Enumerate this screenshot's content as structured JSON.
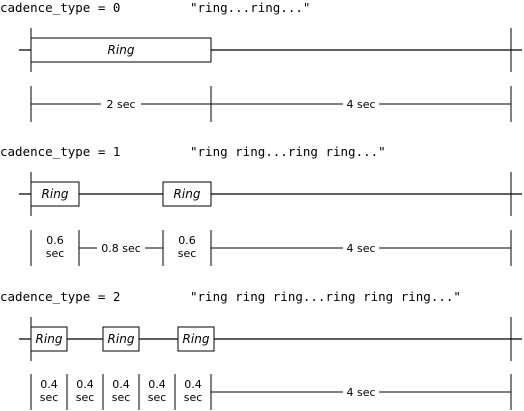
{
  "diagrams": [
    {
      "header": "cadence_type = 0",
      "pattern": "\"ring...ring...\"",
      "segments": [
        {
          "kind": "ring",
          "label": "Ring",
          "dim": [
            "2 sec"
          ]
        },
        {
          "kind": "silence",
          "dim": [
            "4 sec"
          ]
        }
      ]
    },
    {
      "header": "cadence_type = 1",
      "pattern": "\"ring ring...ring ring...\"",
      "segments": [
        {
          "kind": "ring",
          "label": "Ring",
          "dim": [
            "0.6",
            "sec"
          ]
        },
        {
          "kind": "silence",
          "dim": [
            "0.8 sec"
          ]
        },
        {
          "kind": "ring",
          "label": "Ring",
          "dim": [
            "0.6",
            "sec"
          ]
        },
        {
          "kind": "silence",
          "dim": [
            "4 sec"
          ]
        }
      ]
    },
    {
      "header": "cadence_type = 2",
      "pattern": "\"ring ring ring...ring ring ring...\"",
      "segments": [
        {
          "kind": "ring",
          "label": "Ring",
          "dim": [
            "0.4",
            "sec"
          ]
        },
        {
          "kind": "silence",
          "dim": [
            "0.4",
            "sec"
          ]
        },
        {
          "kind": "ring",
          "label": "Ring",
          "dim": [
            "0.4",
            "sec"
          ]
        },
        {
          "kind": "silence",
          "dim": [
            "0.4",
            "sec"
          ]
        },
        {
          "kind": "ring",
          "label": "Ring",
          "dim": [
            "0.4",
            "sec"
          ]
        },
        {
          "kind": "silence",
          "dim": [
            "4 sec"
          ]
        }
      ]
    }
  ]
}
